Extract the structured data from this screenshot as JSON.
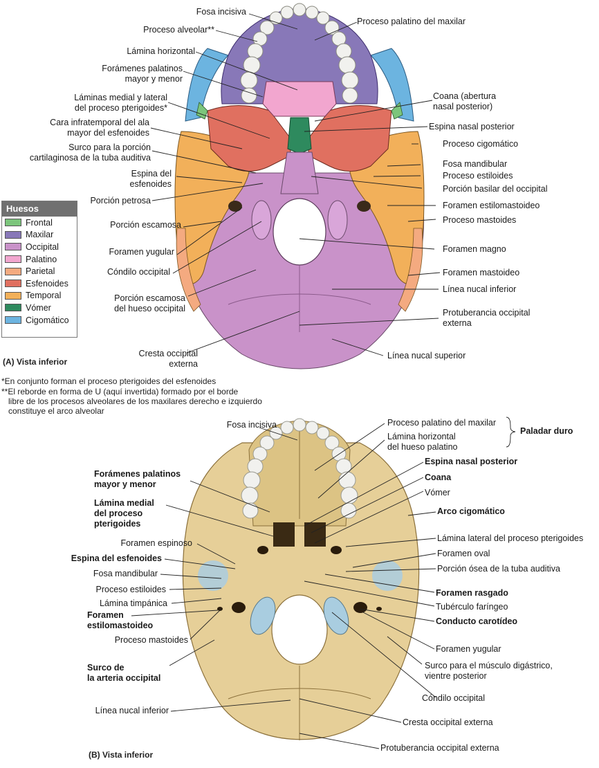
{
  "legend": {
    "title": "Huesos",
    "items": [
      {
        "label": "Frontal",
        "color": "#7cc57c"
      },
      {
        "label": "Maxilar",
        "color": "#8878b8"
      },
      {
        "label": "Occipital",
        "color": "#c992c9"
      },
      {
        "label": "Palatino",
        "color": "#f2a6cf"
      },
      {
        "label": "Parietal",
        "color": "#f4aa80"
      },
      {
        "label": "Esfenoides",
        "color": "#e07060"
      },
      {
        "label": "Temporal",
        "color": "#f2b05a"
      },
      {
        "label": "Vómer",
        "color": "#2e8a5e"
      },
      {
        "label": "Cigomático",
        "color": "#6cb4e0"
      }
    ]
  },
  "colors": {
    "bone": "#e6cf98",
    "bone_dark": "#cdb174",
    "teeth": "#f1f1ee",
    "line": "#2a2a2a",
    "cartilage": "#a9cde0"
  },
  "panel_a": {
    "caption": "(A) Vista inferior",
    "labels_left": [
      "Fosa incisiva",
      "Proceso alveolar**",
      "Lámina horizontal",
      "Forámenes palatinos\nmayor y menor",
      "Láminas medial y lateral\ndel proceso pterigoides*",
      "Cara infratemporal del ala\nmayor del esfenoides",
      "Surco para la porción\ncartilaginosa de la tuba auditiva",
      "Espina del\nesfenoides",
      "Porción petrosa",
      "Porción escamosa",
      "Foramen yugular",
      "Cóndilo occipital",
      "Porción escamosa\ndel hueso occipital",
      "Cresta occipital\nexterna"
    ],
    "labels_right": [
      "Proceso palatino del maxilar",
      "Coana (abertura\nnasal posterior)",
      "Espina nasal posterior",
      "Proceso cigomático",
      "Fosa mandibular",
      "Proceso estiloides",
      "Porción basilar del occipital",
      "Foramen estilomastoideo",
      "Proceso mastoides",
      "Foramen magno",
      "Foramen mastoideo",
      "Línea nucal inferior",
      "Protuberancia occipital\nexterna",
      "Línea nucal superior"
    ]
  },
  "footnotes": [
    "*En conjunto forman el proceso pterigoides del esfenoides",
    "**El reborde en forma de U (aquí invertida) formado por el borde\n   libre de los procesos alveolares de los maxilares derecho e izquierdo\n   constituye el arco alveolar"
  ],
  "panel_b": {
    "caption": "(B)  Vista inferior",
    "brace_label": "Paladar duro",
    "labels_left": [
      "Fosa incisiva",
      "Forámenes palatinos\nmayor y menor",
      "Lámina medial\ndel proceso\npterigoides",
      "Foramen espinoso",
      "Espina del esfenoides",
      "Fosa mandibular",
      "Proceso estiloides",
      "Lámina timpánica",
      "Foramen\nestilomastoideo",
      "Proceso mastoides",
      "Surco de\nla arteria occipital",
      "Línea nucal inferior"
    ],
    "labels_right": [
      "Proceso palatino del maxilar",
      "Lámina horizontal\ndel hueso palatino",
      "Espina nasal posterior",
      "Coana",
      "Vómer",
      "Arco cigomático",
      "Lámina lateral del proceso pterigoides",
      "Foramen oval",
      "Porción ósea de la tuba auditiva",
      "Foramen rasgado",
      "Tubérculo faríngeo",
      "Conducto carotídeo",
      "Foramen yugular",
      "Surco para el músculo digástrico,\nvientre posterior",
      "Cóndilo occipital",
      "Cresta occipital externa",
      "Protuberancia occipital externa"
    ]
  }
}
